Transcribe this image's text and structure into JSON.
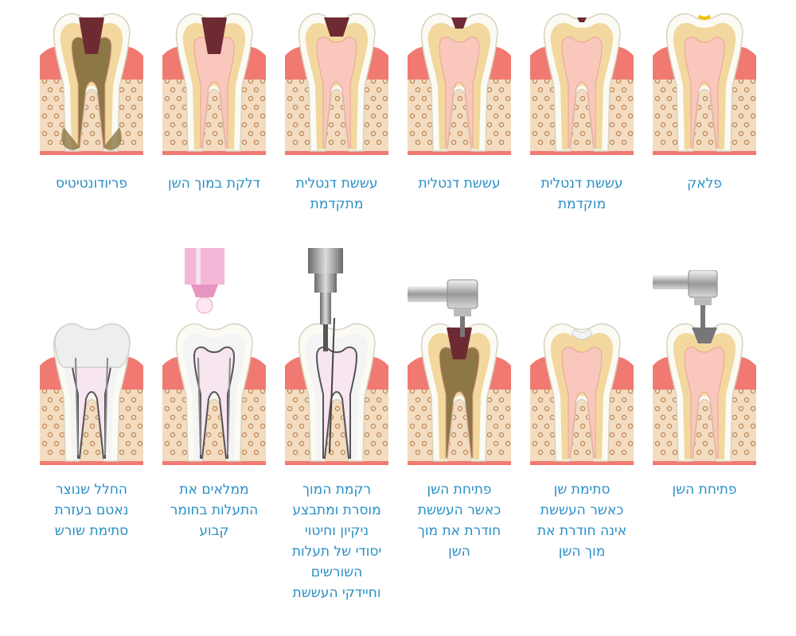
{
  "colors": {
    "caption": "#2a8fc6",
    "gum": "#f07a72",
    "bone": "#f4dcc0",
    "bone_dots": "#b98556",
    "enamel": "#fbfaf3",
    "dentin": "#f2d89e",
    "pulp": "#f9c7bb",
    "decay": "#6e2a33",
    "infection": "#8d7744"
  },
  "stages": [
    {
      "id": "plaque",
      "caption_lines": [
        "פלאק"
      ]
    },
    {
      "id": "early-decay",
      "caption_lines": [
        "עששת דנטלית",
        "מוקדמת"
      ]
    },
    {
      "id": "decay",
      "caption_lines": [
        "עששת דנטלית"
      ]
    },
    {
      "id": "advanced-decay",
      "caption_lines": [
        "עששת דנטלית",
        "מתקדמת"
      ]
    },
    {
      "id": "pulpitis",
      "caption_lines": [
        "דלקת במוך השן"
      ]
    },
    {
      "id": "periodontitis",
      "caption_lines": [
        "פריודונטיטיס"
      ]
    },
    {
      "id": "opening",
      "caption_lines": [
        "פתיחת השן"
      ]
    },
    {
      "id": "filling",
      "caption_lines": [
        "סתימת שן",
        "כאשר העששת",
        "אינה חודרת את",
        "מוך השן"
      ]
    },
    {
      "id": "opening-deep",
      "caption_lines": [
        "פתיחת השן",
        "כאשר העששת",
        "חודרת את מוך",
        "השן"
      ]
    },
    {
      "id": "cleaning",
      "caption_lines": [
        "רקמת המוך",
        "מוסרת ומתבצע",
        "ניקיון וחיטוי",
        "יסודי של תעלות",
        "השורשים",
        "וחיידקי העששת"
      ]
    },
    {
      "id": "sealing",
      "caption_lines": [
        "ממלאים את",
        "התעלות בחומר",
        "קבוע"
      ]
    },
    {
      "id": "crown",
      "caption_lines": [
        "החלל שנוצר",
        "נאטם בעזרת",
        "סתימת שורש"
      ]
    }
  ]
}
